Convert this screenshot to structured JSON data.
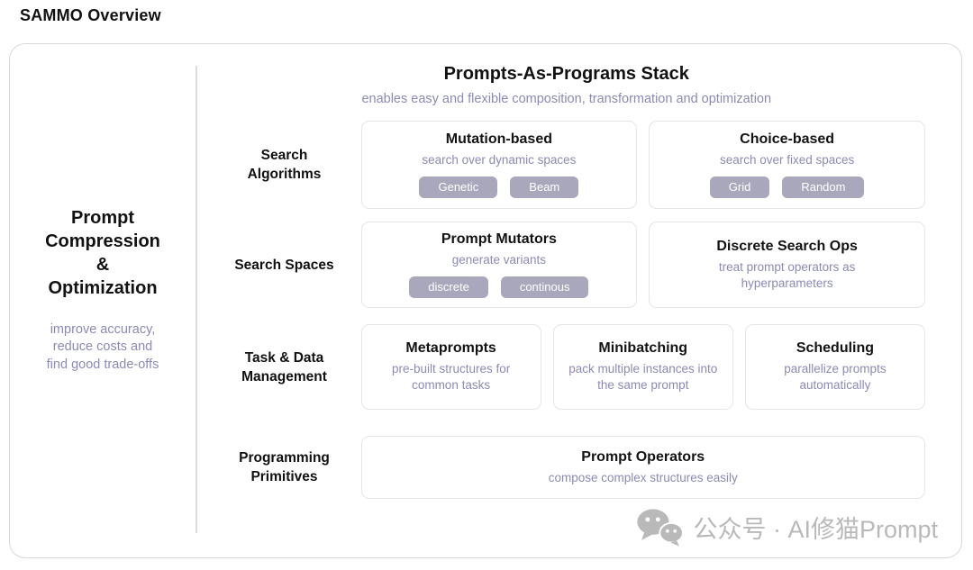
{
  "page": {
    "title": "SAMMO Overview"
  },
  "colors": {
    "accent_purple": "#8c8ab5",
    "tag_background": "#a9a7bc",
    "tag_text": "#ffffff",
    "text_dark": "#111111",
    "box_border": "#e5e4ea",
    "card_border": "#d9d9d9",
    "watermark_gray": "#b9b9b9"
  },
  "left_panel": {
    "title_lines": [
      "Prompt",
      "Compression",
      "&",
      "Optimization"
    ],
    "subtitle_lines": [
      "improve accuracy,",
      "reduce costs and",
      "find good trade-offs"
    ]
  },
  "stack": {
    "title": "Prompts-As-Programs Stack",
    "subtitle": "enables easy and flexible composition, transformation and optimization",
    "rows": [
      {
        "label": "Search Algorithms",
        "boxes": [
          {
            "title": "Mutation-based",
            "subtitle": "search over dynamic spaces",
            "tags": [
              "Genetic",
              "Beam"
            ]
          },
          {
            "title": "Choice-based",
            "subtitle": "search over fixed spaces",
            "tags": [
              "Grid",
              "Random"
            ]
          }
        ]
      },
      {
        "label": "Search Spaces",
        "boxes": [
          {
            "title": "Prompt Mutators",
            "subtitle": "generate variants",
            "tags": [
              "discrete",
              "continous"
            ]
          },
          {
            "title": "Discrete Search Ops",
            "subtitle": "treat prompt operators as hyperparameters",
            "tags": []
          }
        ]
      },
      {
        "label": "Task & Data Management",
        "boxes": [
          {
            "title": "Metaprompts",
            "subtitle": "pre-built structures for common tasks",
            "tags": []
          },
          {
            "title": "Minibatching",
            "subtitle": "pack multiple instances into the same prompt",
            "tags": []
          },
          {
            "title": "Scheduling",
            "subtitle": "parallelize prompts automatically",
            "tags": []
          }
        ]
      },
      {
        "label": "Programming Primitives",
        "boxes": [
          {
            "title": "Prompt Operators",
            "subtitle": "compose complex structures easily",
            "tags": []
          }
        ]
      }
    ]
  },
  "watermark": {
    "icon": "wechat-icon",
    "text": "公众号 · AI修猫Prompt"
  }
}
